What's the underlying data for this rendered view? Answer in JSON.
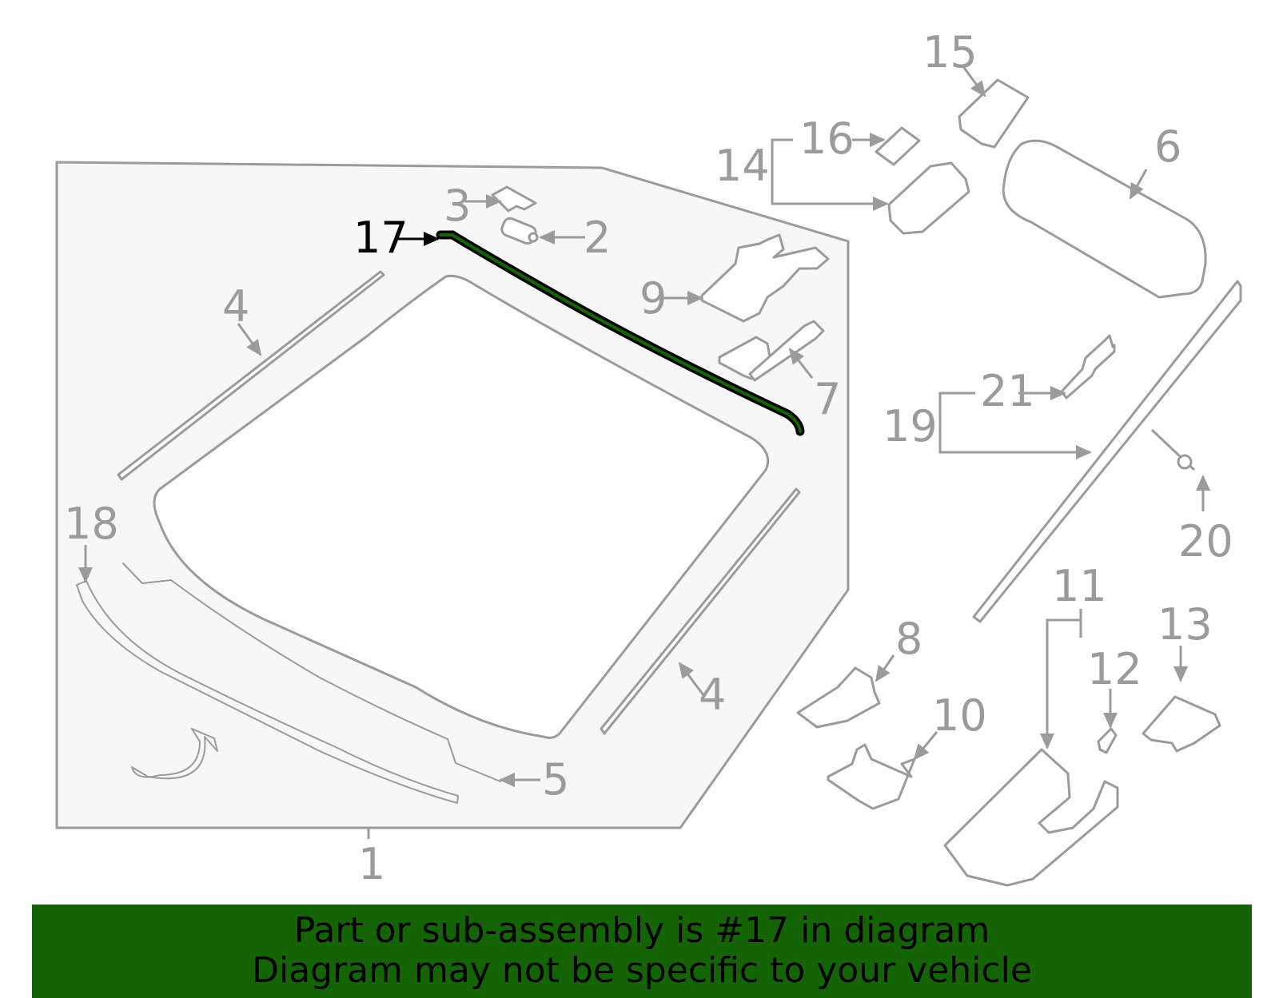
{
  "diagram": {
    "highlighted_part": "17",
    "highlight_color": "#146405",
    "line_color": "#9b9b9b",
    "background_panel_color": "#f7f7f7",
    "labels": {
      "p1": "1",
      "p2": "2",
      "p3": "3",
      "p4a": "4",
      "p4b": "4",
      "p5": "5",
      "p6": "6",
      "p7": "7",
      "p8": "8",
      "p9": "9",
      "p10": "10",
      "p11": "11",
      "p12": "12",
      "p13": "13",
      "p14": "14",
      "p15": "15",
      "p16": "16",
      "p17": "17",
      "p18": "18",
      "p19": "19",
      "p20": "20",
      "p21": "21"
    }
  },
  "banner": {
    "line1": "Part or sub-assembly is #17 in diagram",
    "line2": "Diagram may not be specific to your vehicle",
    "background_color": "#146405"
  }
}
